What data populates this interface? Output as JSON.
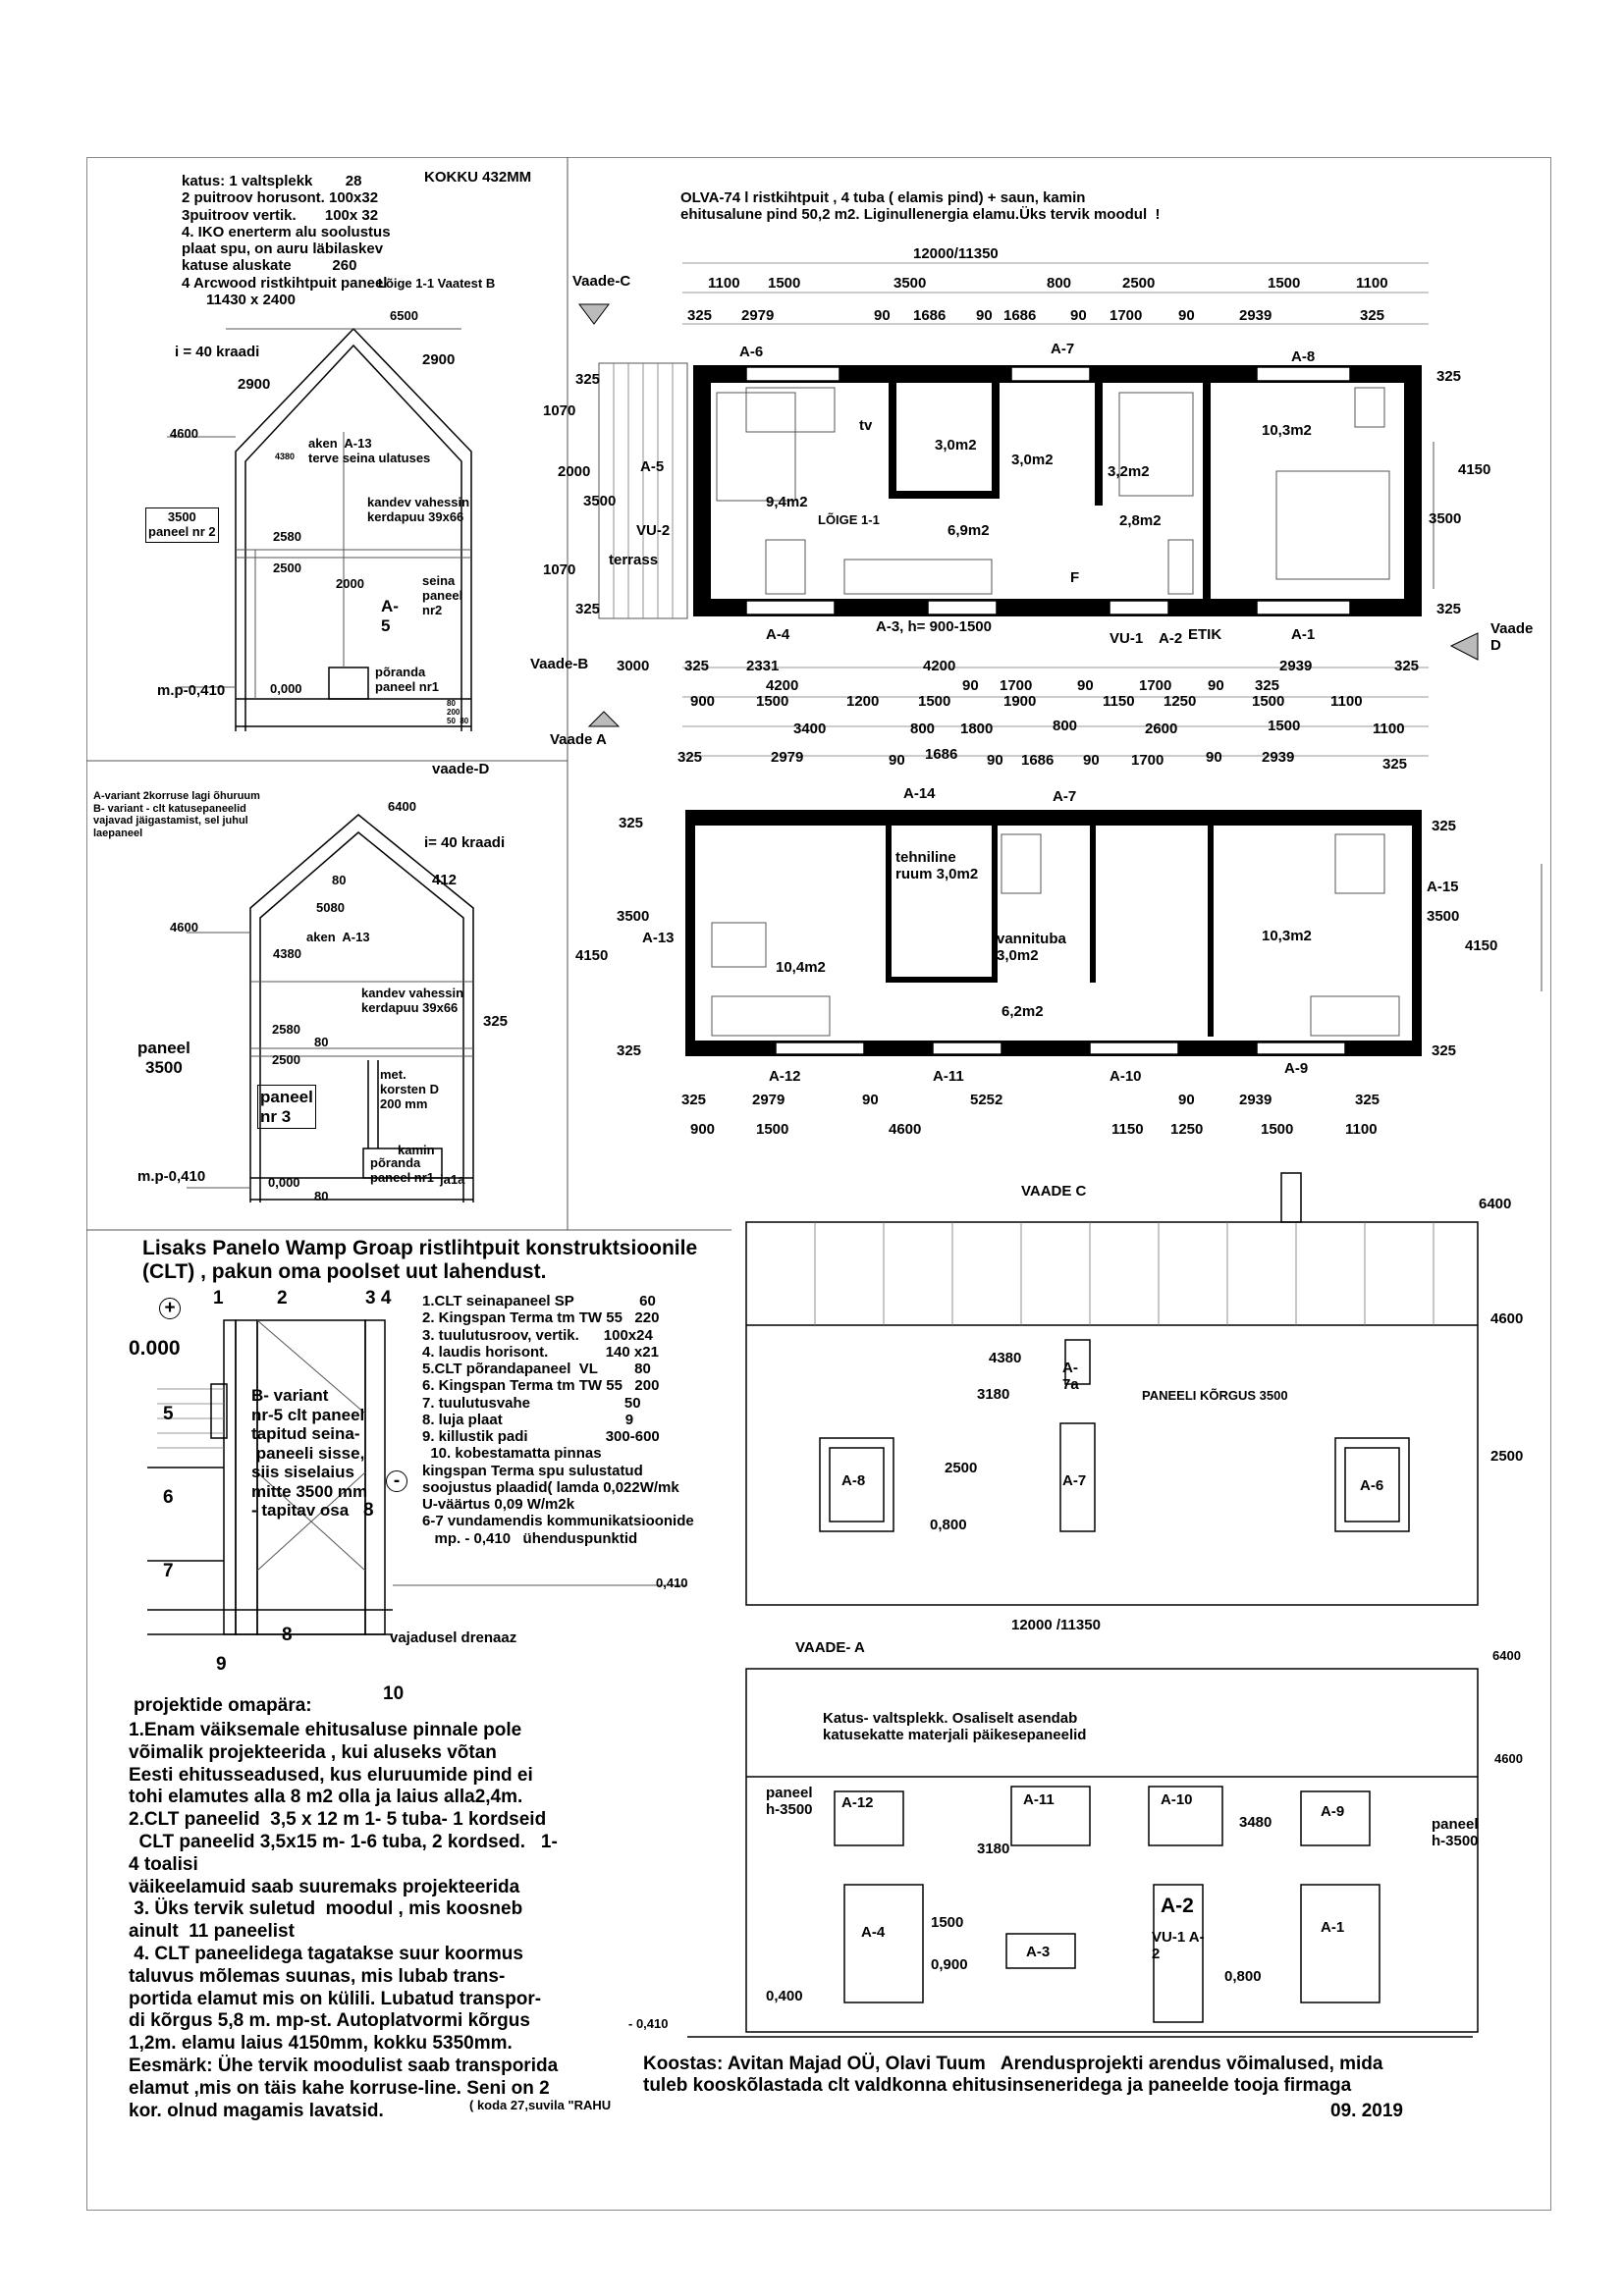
{
  "section1": {
    "spec": [
      "katus: 1 valtsplekk        28",
      "2 puitroov horusont. 100x32",
      "3puitroov vertik.       100x 32",
      "4. IKO enerterm alu soolustus",
      "plaat spu, on auru läbilaskev",
      "katuse aluskate          260",
      "4 Arcwood ristkihtpuit paneel",
      "      11430 x 2400"
    ],
    "total": "KOKKU 432MM",
    "section_label": "Lõige 1-1 Vaatest B",
    "dim_6500": "6500",
    "slope": "i = 40 kraadi",
    "dim_2900a": "2900",
    "dim_2900b": "2900",
    "dim_4600": "4600",
    "dim_4380": "4380",
    "window_note": "aken  A-13\nterve seina ulatuses",
    "beam_note": "kandev vahessin\nkerdapuu 39x66",
    "panel2": "3500\npaneel nr 2",
    "dim_2580": "2580",
    "dim_2500": "2500",
    "dim_2000": "2000",
    "a5": "A-\n5",
    "wall_panel": "seina\npaneel\nnr2",
    "floor_panel": "põranda\npaneel nr1",
    "mp": "m.p-0,410",
    "zero": "0,000",
    "small_dims": "80\n200\n50  80",
    "vaade_d": "vaade-D"
  },
  "section2": {
    "variant_note": "A-variant 2korruse lagi õhuruum\nB- variant - clt katusepaneelid\nvajavad jäigastamist, sel juhul\nlaepaneel",
    "dim_6400": "6400",
    "slope": "i= 40 kraadi",
    "dim_80": "80",
    "dim_412": "412",
    "dim_5080": "5080",
    "dim_4600": "4600",
    "window": "aken  A-13",
    "dim_4380": "4380",
    "beam_note": "kandev vahessin\nkerdapuu 39x66",
    "dim_325": "325",
    "dim_2580": "2580",
    "dim_80b": "80",
    "dim_2500": "2500",
    "panel_3500": "paneel\n3500",
    "panel3": "paneel\nnr 3",
    "chimney": "met.\nkorsten D\n200 mm",
    "stove": "kamin",
    "floor_panel": "põranda\npaneel nr1",
    "ja1a": "ja1a",
    "mp": "m.p-0,410",
    "zero": "0,000",
    "dim_80c": "80"
  },
  "plan1": {
    "title": "OLVA-74 l ristkihtpuit , 4 tuba ( elamis pind) + saun, kamin\nehitusalune pind 50,2 m2. Liginullenergia elamu.Üks tervik moodul  !",
    "overall": "12000/11350",
    "top_dims1": [
      "1100",
      "1500",
      "3500",
      "800",
      "2500",
      "1500",
      "1100"
    ],
    "top_dims2": [
      "325",
      "2979",
      "90",
      "1686",
      "90",
      "1686",
      "90",
      "1700",
      "90",
      "2939",
      "325"
    ],
    "left_dims": [
      "325",
      "1070",
      "2000",
      "3500",
      "1070",
      "325"
    ],
    "right_dims": [
      "325",
      "4150",
      "3500",
      "325"
    ],
    "windows_top": [
      "A-6",
      "A-7",
      "A-8"
    ],
    "windows_bottom": [
      "A-4",
      "A-3, h= 900-1500",
      "A-1"
    ],
    "a5": "A-5",
    "vu2": "VU-2",
    "terrass": "terrass",
    "tv": "tv",
    "rooms": [
      "9,4m2",
      "3,0m2",
      "3,0m2",
      "3,2m2",
      "10,3m2",
      "6,9m2",
      "2,8m2"
    ],
    "loige": "LÕIGE 1-1",
    "f": "F",
    "vu1": "VU-1",
    "a2": "A-2",
    "etik": "ETIK",
    "vaade_b": "Vaade-B",
    "vaade_a": "Vaade A",
    "vaade_c": "Vaade-C",
    "vaade_d": "Vaade\nD",
    "bottom_dims1": [
      "3000",
      "325",
      "2331",
      "4200",
      "2939",
      "325"
    ],
    "bottom_dims2": [
      "4200",
      "90",
      "1700",
      "90",
      "1700",
      "90",
      "325"
    ],
    "bottom_dims3": [
      "900",
      "1500",
      "1200",
      "1500",
      "1900",
      "1150",
      "1250",
      "1500",
      "1100"
    ],
    "bottom_dims4": [
      "3400",
      "800",
      "1800",
      "800",
      "2600",
      "1500",
      "1100"
    ],
    "bottom_dims5": [
      "325",
      "2979",
      "90",
      "1686",
      "90",
      "1686",
      "90",
      "1700",
      "90",
      "2939",
      "325"
    ]
  },
  "plan2": {
    "windows_top": [
      "A-14",
      "A-7"
    ],
    "left_dims": [
      "325",
      "3500",
      "4150",
      "325"
    ],
    "a13": "A-13",
    "tech": "tehniline\nruum 3,0m2",
    "bath": "vannituba\n3,0m2",
    "rooms": [
      "10,4m2",
      "10,3m2",
      "6,2m2"
    ],
    "right": [
      "325",
      "A-15",
      "3500",
      "4150",
      "325"
    ],
    "windows_bottom": [
      "A-12",
      "A-11",
      "A-10",
      "A-9"
    ],
    "dims1": [
      "325",
      "2979",
      "90",
      "5252",
      "90",
      "2939",
      "325"
    ],
    "dims2": [
      "900",
      "1500",
      "4600",
      "1150",
      "1250",
      "1500",
      "1100"
    ]
  },
  "detail": {
    "heading": "Lisaks Panelo Wamp Groap ristlihtpuit konstruktsioonile\n(CLT) , pakun oma poolset uut lahendust.",
    "nums_top": [
      "1",
      "2",
      "3 4"
    ],
    "plus": "+",
    "minus": "-",
    "zero": "0.000",
    "layers_left": [
      "5",
      "6",
      "7"
    ],
    "b_variant": "B- variant\nnr-5 clt paneel\ntapitud seina-\n paneeli sisse,\nsiis siselaius\nmitte 3500 mm\n- tapitav osa",
    "n8a": "8",
    "n8b": "8",
    "n9": "9",
    "n10": "10",
    "list": [
      "1.CLT seinapaneel SP                60",
      "2. Kingspan Terma tm TW 55   220",
      "3. tuulutusroov, vertik.      100x24",
      "4. laudis horisont.              140 x21",
      "5.CLT põrandapaneel  VL         80",
      "6. Kingspan Terma tm TW 55   200",
      "7. tuulutusvahe                       50",
      "8. luja plaat                              9",
      "9. killustik padi                   300-600",
      "  10. kobestamatta pinnas",
      "kingspan Terma spu sulustatud",
      "soojustus plaadid( lamda 0,022W/mk",
      "U-väärtus 0,09 W/m2k",
      "6-7 vundamendis kommunikatsioonide",
      "   mp. - 0,410   ühenduspunktid"
    ],
    "dim_0410": "0,410",
    "drain": "vajadusel drenaaz"
  },
  "notes": {
    "heading": "projektide omapära:",
    "text": "1.Enam väiksemale ehitusaluse pinnale pole\nvõimalik projekteerida , kui aluseks võtan\nEesti ehitusseadused, kus eluruumide pind ei\ntohi elamutes alla 8 m2 olla ja laius alla2,4m.\n2.CLT paneelid  3,5 x 12 m 1- 5 tuba- 1 kordseid\n  CLT paneelid 3,5x15 m- 1-6 tuba, 2 kordsed.   1-\n4 toalisi\nväikeelamuid saab suuremaks projekteerida\n 3. Üks tervik suletud  moodul , mis koosneb\nainult  11 paneelist\n 4. CLT paneelidega tagatakse suur koormus\ntaluvus mõlemas suunas, mis lubab trans-\nportida elamut mis on külili. Lubatud transpor-\ndi kõrgus 5,8 m. mp-st. Autoplatvormi kõrgus\n1,2m. elamu laius 4150mm, kokku 5350mm.\nEesmärk: Ühe tervik moodulist saab transporida\nelamut ,mis on täis kahe korruse-line. Seni on 2\nkor. olnud magamis lavatsid.",
    "tail": "( koda 27,suvila \"RAHU"
  },
  "vaade_c": {
    "title": "VAADE C",
    "dims": [
      "6400",
      "4600",
      "2500"
    ],
    "d4380": "4380",
    "d3180": "3180",
    "a7a": "A-\n7a",
    "panel_h": "PANEELI KÕRGUS 3500",
    "windows": [
      "A-8",
      "A-7",
      "A-6"
    ],
    "d2500": "2500",
    "d0800": "0,800",
    "width": "12000 /11350"
  },
  "vaade_a": {
    "title": "VAADE- A",
    "dims": [
      "6400",
      "4600"
    ],
    "roof_note": "Katus- valtsplekk. Osaliselt asendab\nkatusekatte materjali päikesepaneelid",
    "panel_left": "paneel\nh-3500",
    "panel_right": "paneel\nh-3500",
    "upper_windows": [
      "A-12",
      "A-11",
      "A-10",
      "A-9"
    ],
    "d3480": "3480",
    "d3180": "3180",
    "a2": "A-2",
    "lower_windows": [
      "A-4",
      "A-3",
      "A-1"
    ],
    "d1500": "1500",
    "d0900": "0,900",
    "vu1": "VU-1 A-\n2",
    "d0400": "0,400",
    "d0800": "0,800",
    "d0410": "- 0,410"
  },
  "footer": {
    "author": "Koostas: Avitan Majad OÜ, Olavi Tuum   Arendusprojekti arendus võimalused, mida\ntuleb kooskõlastada clt valdkonna ehitusinseneridega ja paneelde tooja firmaga",
    "date": "09. 2019"
  }
}
